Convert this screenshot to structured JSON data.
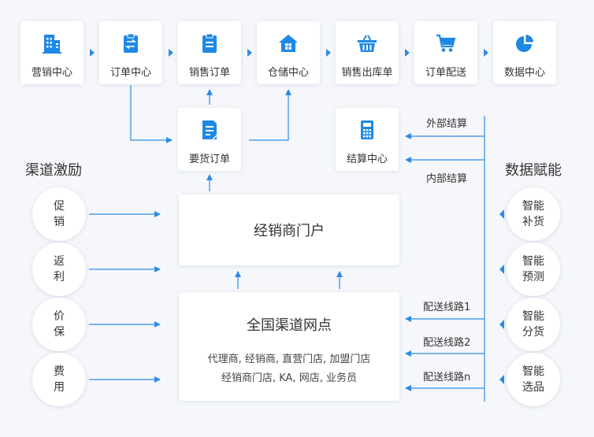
{
  "modules": [
    {
      "label": "营销中心",
      "icon": "building-icon"
    },
    {
      "label": "订单中心",
      "icon": "clipboard-transfer-icon"
    },
    {
      "label": "销售订单",
      "icon": "clipboard-list-icon"
    },
    {
      "label": "仓储中心",
      "icon": "warehouse-icon"
    },
    {
      "label": "销售出库单",
      "icon": "basket-icon"
    },
    {
      "label": "订单配送",
      "icon": "cart-icon"
    },
    {
      "label": "数据中心",
      "icon": "pie-chart-icon"
    }
  ],
  "requisition": {
    "label": "要货订单",
    "icon": "document-icon"
  },
  "settlement": {
    "label": "结算中心",
    "icon": "calculator-icon"
  },
  "channel_incentive": {
    "title": "渠道激励",
    "items": [
      [
        "促",
        "销"
      ],
      [
        "返",
        "利"
      ],
      [
        "价",
        "保"
      ],
      [
        "费",
        "用"
      ]
    ]
  },
  "data_empower": {
    "title": "数据赋能",
    "items": [
      [
        "智能",
        "补货"
      ],
      [
        "智能",
        "预测"
      ],
      [
        "智能",
        "分货"
      ],
      [
        "智能",
        "选品"
      ]
    ]
  },
  "portal": {
    "title": "经销商门户"
  },
  "network": {
    "title": "全国渠道网点",
    "line1": "代理商, 经销商, 直营门店, 加盟门店",
    "line2": "经销商门店, KA, 网店, 业务员"
  },
  "edge_labels": {
    "external_settlement": "外部结算",
    "internal_settlement": "内部结算",
    "route1": "配送线路1",
    "route2": "配送线路2",
    "routen": "配送线路n"
  },
  "colors": {
    "accent": "#1e88e5",
    "line": "#2b8be6"
  }
}
